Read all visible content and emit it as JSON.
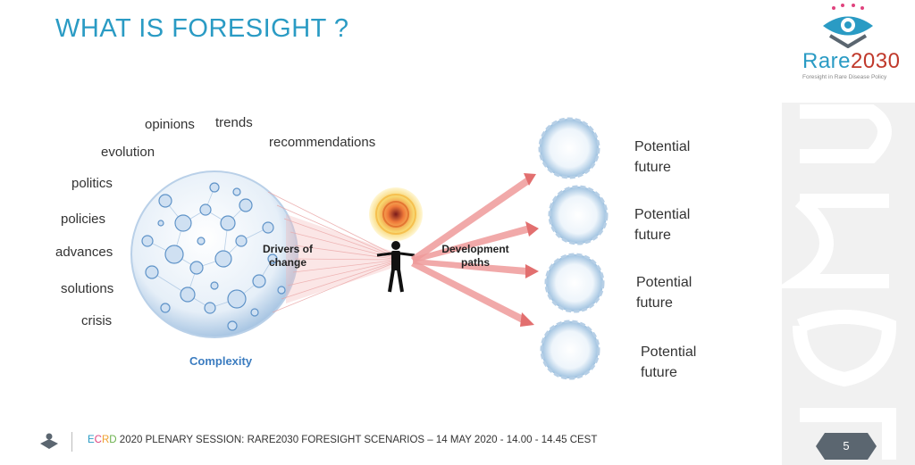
{
  "slide": {
    "title": "WHAT IS FORESIGHT ?",
    "keywords": [
      "opinions",
      "trends",
      "recommendations",
      "evolution",
      "politics",
      "policies",
      "advances",
      "solutions",
      "crisis"
    ],
    "diagram": {
      "drivers_label_line1": "Drivers of",
      "drivers_label_line2": "change",
      "development_label_line1": "Development",
      "development_label_line2": "paths",
      "complexity_label": "Complexity"
    },
    "futures": [
      {
        "line1": "Potential",
        "line2": "future"
      },
      {
        "line1": "Potential",
        "line2": "future"
      },
      {
        "line1": "Potential",
        "line2": "future"
      },
      {
        "line1": "Potential",
        "line2": "future"
      }
    ]
  },
  "logo": {
    "rare": "Rare",
    "year": "2030",
    "tagline": "Foresight in Rare Disease Policy",
    "colors": {
      "rare": "#2a9bc4",
      "year": "#c0392b",
      "eye": "#2a9bc4",
      "dots": "#e0437e"
    }
  },
  "footer": {
    "ecrd_e": "E",
    "ecrd_c": "C",
    "ecrd_r": "R",
    "ecrd_d": "D",
    "text": " 2020 PLENARY SESSION: RARE2030 FORESIGHT SCENARIOS – 14 MAY 2020 - 14.00 - 14.45 CEST",
    "page_number": "5"
  },
  "colors": {
    "accent": "#2a9bc4",
    "ray": "#e57373",
    "sphere": "#c8dcef"
  }
}
